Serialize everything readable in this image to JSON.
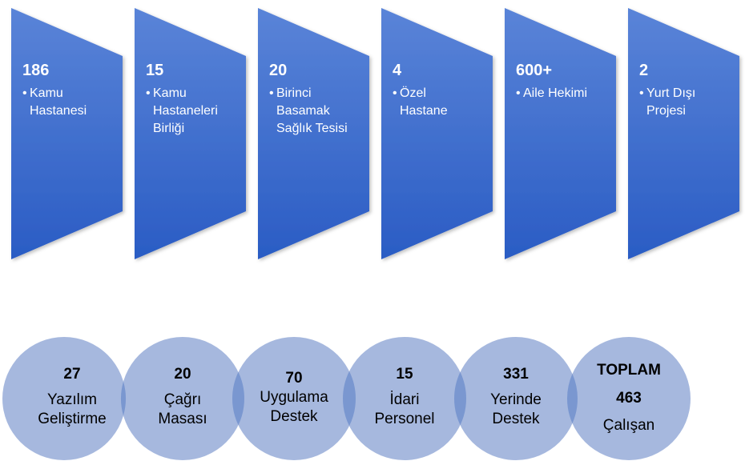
{
  "facilities": [
    {
      "value": "186",
      "label": "Kamu\nHastanesi"
    },
    {
      "value": "15",
      "label": "Kamu\nHastaneleri\nBirliği"
    },
    {
      "value": "20",
      "label": "Birinci\nBasamak\nSağlık Tesisi"
    },
    {
      "value": "4",
      "label": "Özel\nHastane"
    },
    {
      "value": "600+",
      "label": "Aile Hekimi"
    },
    {
      "value": "2",
      "label": "Yurt Dışı\nProjesi"
    }
  ],
  "staff": [
    {
      "value": "27",
      "label": "Yazılım\nGeliştirme"
    },
    {
      "value": "20",
      "label": "Çağrı\nMasası"
    },
    {
      "value": "70",
      "label": "Uygulama\nDestek"
    },
    {
      "value": "15",
      "label": "İdari\nPersonel"
    },
    {
      "value": "331",
      "label": "Yerinde\nDestek"
    }
  ],
  "total": {
    "heading": "TOPLAM",
    "value": "463",
    "label": "Çalışan"
  },
  "colors": {
    "chevron_top": "#5a84d8",
    "chevron_bottom": "#2a5cc4",
    "circle_fill": "#a6b8de",
    "circle_overlap": "#7a97d0"
  }
}
